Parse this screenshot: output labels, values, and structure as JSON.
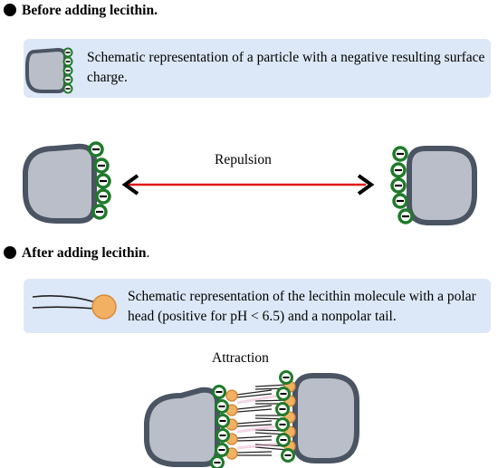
{
  "section_before": {
    "heading": "Before adding lecithin.",
    "box_text": "Schematic representation of a particle with a negative resulting surface charge."
  },
  "repulsion_label": "Repulsion",
  "section_after": {
    "heading": "After adding lecithin",
    "heading_suffix": ".",
    "box_text": "Schematic representation of the lecithin molecule with a polar head (positive for pH < 6.5) and a nonpolar tail."
  },
  "attraction_label": "Attraction",
  "colors": {
    "particle_fill": "#b9bec8",
    "particle_stroke": "#4a5462",
    "charge_green": "#1f7a2a",
    "arrow_red": "#e01818",
    "lecithin_head": "#f2b063",
    "box_bg": "#dce8f7"
  }
}
